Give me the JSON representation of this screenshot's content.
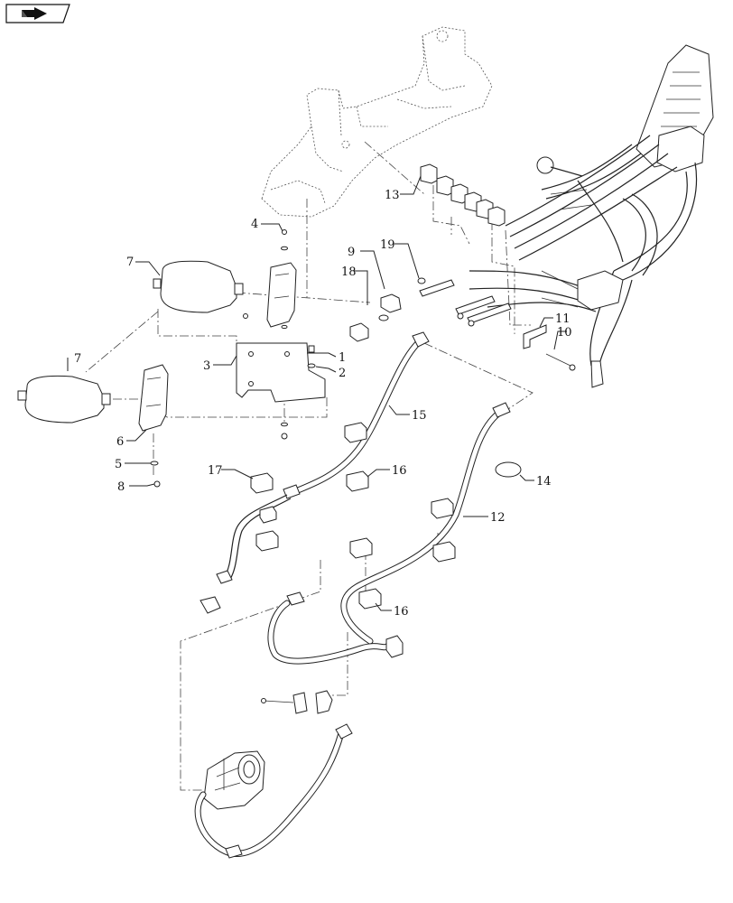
{
  "nav": {
    "icon": "page-nav-arrow-icon"
  },
  "callouts": [
    {
      "id": "c1",
      "text": "1"
    },
    {
      "id": "c2",
      "text": "2"
    },
    {
      "id": "c3",
      "text": "3"
    },
    {
      "id": "c4",
      "text": "4"
    },
    {
      "id": "c5",
      "text": "5"
    },
    {
      "id": "c6",
      "text": "6"
    },
    {
      "id": "c7a",
      "text": "7"
    },
    {
      "id": "c7b",
      "text": "7"
    },
    {
      "id": "c8",
      "text": "8"
    },
    {
      "id": "c9",
      "text": "9"
    },
    {
      "id": "c10",
      "text": "10"
    },
    {
      "id": "c11",
      "text": "11"
    },
    {
      "id": "c12",
      "text": "12"
    },
    {
      "id": "c13",
      "text": "13"
    },
    {
      "id": "c14",
      "text": "14"
    },
    {
      "id": "c15",
      "text": "15"
    },
    {
      "id": "c16a",
      "text": "16"
    },
    {
      "id": "c16b",
      "text": "16"
    },
    {
      "id": "c17",
      "text": "17"
    },
    {
      "id": "c18",
      "text": "18"
    },
    {
      "id": "c19",
      "text": "19"
    }
  ]
}
